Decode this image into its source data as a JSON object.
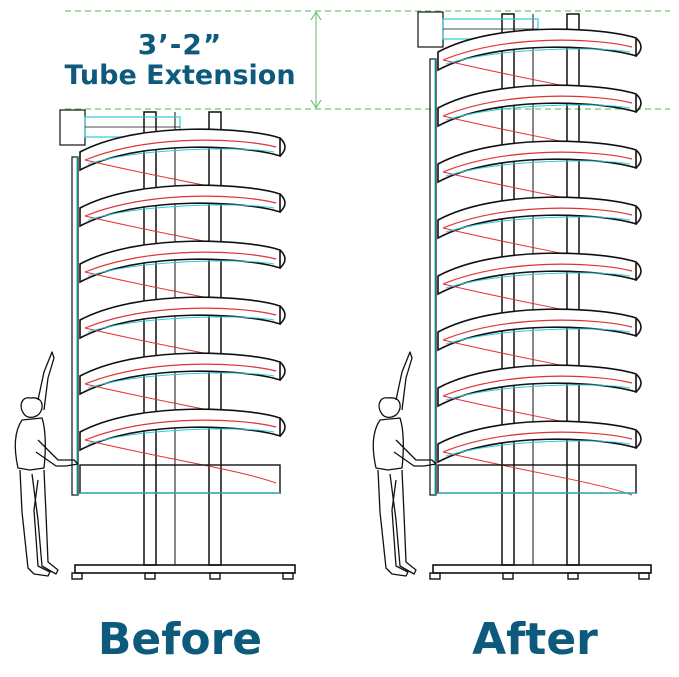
{
  "annotation": {
    "dimension": "3’-2”",
    "label": "Tube Extension"
  },
  "captions": {
    "before": "Before",
    "after": "After"
  },
  "colors": {
    "heading": "#0e5a7c",
    "guide": "#78c878",
    "belt_track": "#e03030",
    "rail": "#30c8d8",
    "structure": "#111111"
  },
  "spirals": {
    "before_turns": 6,
    "after_turns": 8
  }
}
